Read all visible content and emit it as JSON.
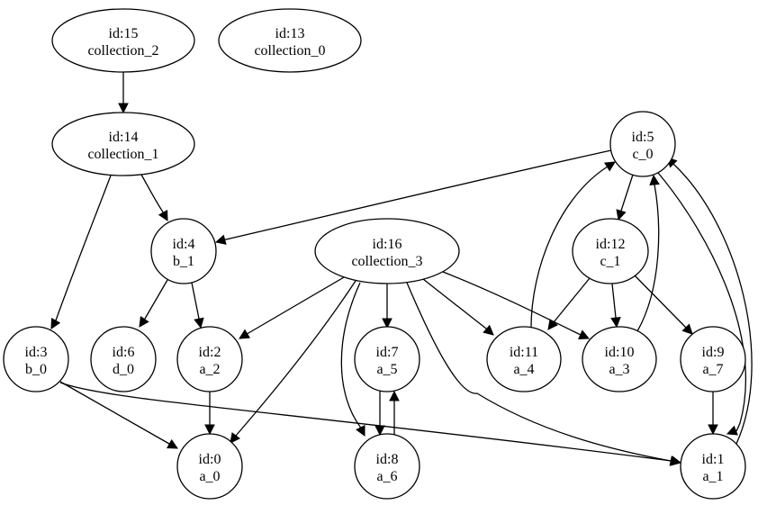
{
  "graph": {
    "type": "directed",
    "nodes": [
      {
        "id": "15",
        "line1": "id:15",
        "line2": "collection_2",
        "shape": "ellipse"
      },
      {
        "id": "13",
        "line1": "id:13",
        "line2": "collection_0",
        "shape": "ellipse"
      },
      {
        "id": "14",
        "line1": "id:14",
        "line2": "collection_1",
        "shape": "ellipse"
      },
      {
        "id": "5",
        "line1": "id:5",
        "line2": "c_0",
        "shape": "circle"
      },
      {
        "id": "4",
        "line1": "id:4",
        "line2": "b_1",
        "shape": "circle"
      },
      {
        "id": "16",
        "line1": "id:16",
        "line2": "collection_3",
        "shape": "ellipse"
      },
      {
        "id": "12",
        "line1": "id:12",
        "line2": "c_1",
        "shape": "ellipse"
      },
      {
        "id": "3",
        "line1": "id:3",
        "line2": "b_0",
        "shape": "circle"
      },
      {
        "id": "6",
        "line1": "id:6",
        "line2": "d_0",
        "shape": "circle"
      },
      {
        "id": "2",
        "line1": "id:2",
        "line2": "a_2",
        "shape": "circle"
      },
      {
        "id": "7",
        "line1": "id:7",
        "line2": "a_5",
        "shape": "circle"
      },
      {
        "id": "11",
        "line1": "id:11",
        "line2": "a_4",
        "shape": "ellipse"
      },
      {
        "id": "10",
        "line1": "id:10",
        "line2": "a_3",
        "shape": "ellipse"
      },
      {
        "id": "9",
        "line1": "id:9",
        "line2": "a_7",
        "shape": "circle"
      },
      {
        "id": "0",
        "line1": "id:0",
        "line2": "a_0",
        "shape": "circle"
      },
      {
        "id": "8",
        "line1": "id:8",
        "line2": "a_6",
        "shape": "circle"
      },
      {
        "id": "1",
        "line1": "id:1",
        "line2": "a_1",
        "shape": "circle"
      }
    ],
    "edges": [
      {
        "from": "15",
        "to": "14"
      },
      {
        "from": "14",
        "to": "4"
      },
      {
        "from": "14",
        "to": "3"
      },
      {
        "from": "5",
        "to": "4"
      },
      {
        "from": "5",
        "to": "12"
      },
      {
        "from": "5",
        "to": "1"
      },
      {
        "from": "4",
        "to": "6"
      },
      {
        "from": "4",
        "to": "2"
      },
      {
        "from": "16",
        "to": "2"
      },
      {
        "from": "16",
        "to": "0"
      },
      {
        "from": "16",
        "to": "8"
      },
      {
        "from": "16",
        "to": "7"
      },
      {
        "from": "16",
        "to": "1"
      },
      {
        "from": "16",
        "to": "11"
      },
      {
        "from": "16",
        "to": "10"
      },
      {
        "from": "12",
        "to": "11"
      },
      {
        "from": "12",
        "to": "10"
      },
      {
        "from": "12",
        "to": "9"
      },
      {
        "from": "11",
        "to": "5"
      },
      {
        "from": "10",
        "to": "5"
      },
      {
        "from": "3",
        "to": "0"
      },
      {
        "from": "3",
        "to": "1"
      },
      {
        "from": "2",
        "to": "0"
      },
      {
        "from": "7",
        "to": "8"
      },
      {
        "from": "8",
        "to": "7"
      },
      {
        "from": "9",
        "to": "1"
      },
      {
        "from": "1",
        "to": "5"
      }
    ]
  }
}
